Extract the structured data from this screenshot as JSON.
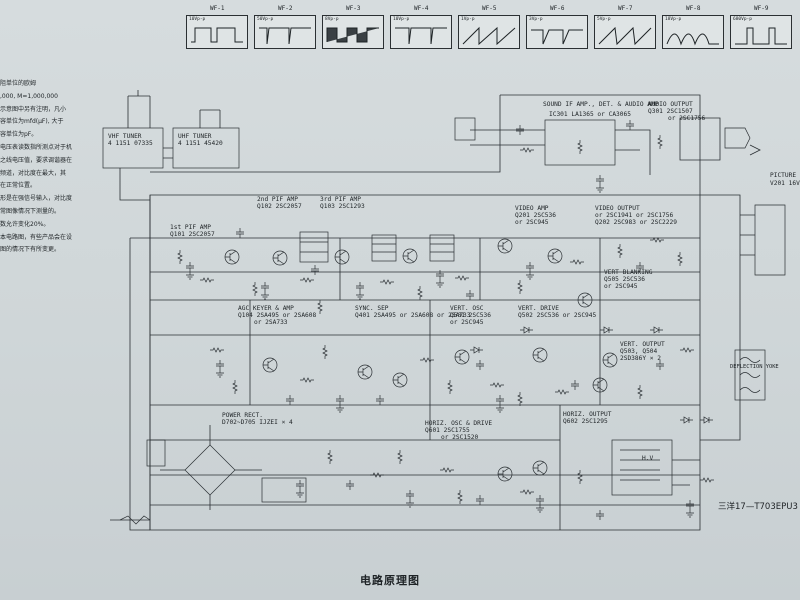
{
  "waveforms": [
    {
      "name": "WF-1",
      "value": "10Vp-p"
    },
    {
      "name": "WF-2",
      "value": "50Vp-p"
    },
    {
      "name": "WF-3",
      "value": "8Vp-p"
    },
    {
      "name": "WF-4",
      "value": "10Vp-p"
    },
    {
      "name": "WF-5",
      "value": "1Vp-p"
    },
    {
      "name": "WF-6",
      "value": "3Vp-p"
    },
    {
      "name": "WF-7",
      "value": "5Vp-p"
    },
    {
      "name": "WF-8",
      "value": "18Vp-p"
    },
    {
      "name": "WF-9",
      "value": "680Vp-p"
    }
  ],
  "notes": [
    "阻单位的欧姆",
    ",000, M=1,000,000",
    "示意图中另有注明，凡小",
    "容单位为mfd(μF), 大于",
    "容单位为pF。",
    "电压表读数指所测点对于机",
    "之线电压值，要求调谐器在",
    "频道，对比度在最大，其",
    "在正常位置。",
    "形是在强信号输入，对比度",
    "常图像情况下测量的。",
    "数允许变化20%。",
    "本电路图，有些产品会在设",
    "图的情况下有所变更。"
  ],
  "blocks": {
    "vhf_tuner": [
      "VHF TUNER",
      "4 1151 07335"
    ],
    "uhf_tuner": [
      "UHF TUNER",
      "4 1151 45420"
    ],
    "pif1": [
      "1st PIF AMP",
      "Q101 2SC2057"
    ],
    "pif2": [
      "2nd PIF AMP",
      "Q102 2SC2057"
    ],
    "pif3": [
      "3rd PIF AMP",
      "Q103 2SC1293"
    ],
    "sound": [
      "SOUND IF AMP., DET. & AUDIO AMP",
      "IC301 LA1365 or CA3065"
    ],
    "audio_out": [
      "AUDIO OUTPUT",
      "Q301",
      "2SC1507",
      "or 2SC1756"
    ],
    "video_amp": [
      "VIDEO AMP",
      "Q201  2SC536",
      "or 2SC945"
    ],
    "video_out": [
      "VIDEO OUTPUT",
      "Q202 2SC983 or 2SC2229",
      "or 2SC1941 or 2SC1756"
    ],
    "agc": [
      "AGC KEYER & AMP",
      "Q104 2SA495 or 2SA608",
      "or 2SA733"
    ],
    "sync": [
      "SYNC. SEP",
      "Q401 2SA495 or 2SA608 or 2SA733"
    ],
    "vert_osc": [
      "VERT. OSC",
      "Q501 2SC536",
      "or 2SC945"
    ],
    "vert_drive": [
      "VERT. DRIVE",
      "Q502 2SC536 or 2SC945"
    ],
    "vert_blank": [
      "VERT BLANKING",
      "Q505 2SC536",
      "or 2SC945"
    ],
    "vert_out": [
      "VERT. OUTPUT",
      "Q503, Q504",
      "2SD386Y × 2"
    ],
    "power": [
      "POWER RECT.",
      "D702~D705 IJZEI × 4"
    ],
    "horiz_osc": [
      "HORIZ. OSC & DRIVE",
      "Q601 2SC1755",
      "or 2SC1520"
    ],
    "horiz_out": [
      "HORIZ. OUTPUT",
      "Q602 2SC1295"
    ],
    "deflection": [
      "DEFLECTION YOKE"
    ],
    "picture": [
      "PICTURE",
      "V201 16V"
    ],
    "hv": [
      "H.V"
    ]
  },
  "model_label": "三洋17—T703EPU3",
  "caption": "电路原理图"
}
